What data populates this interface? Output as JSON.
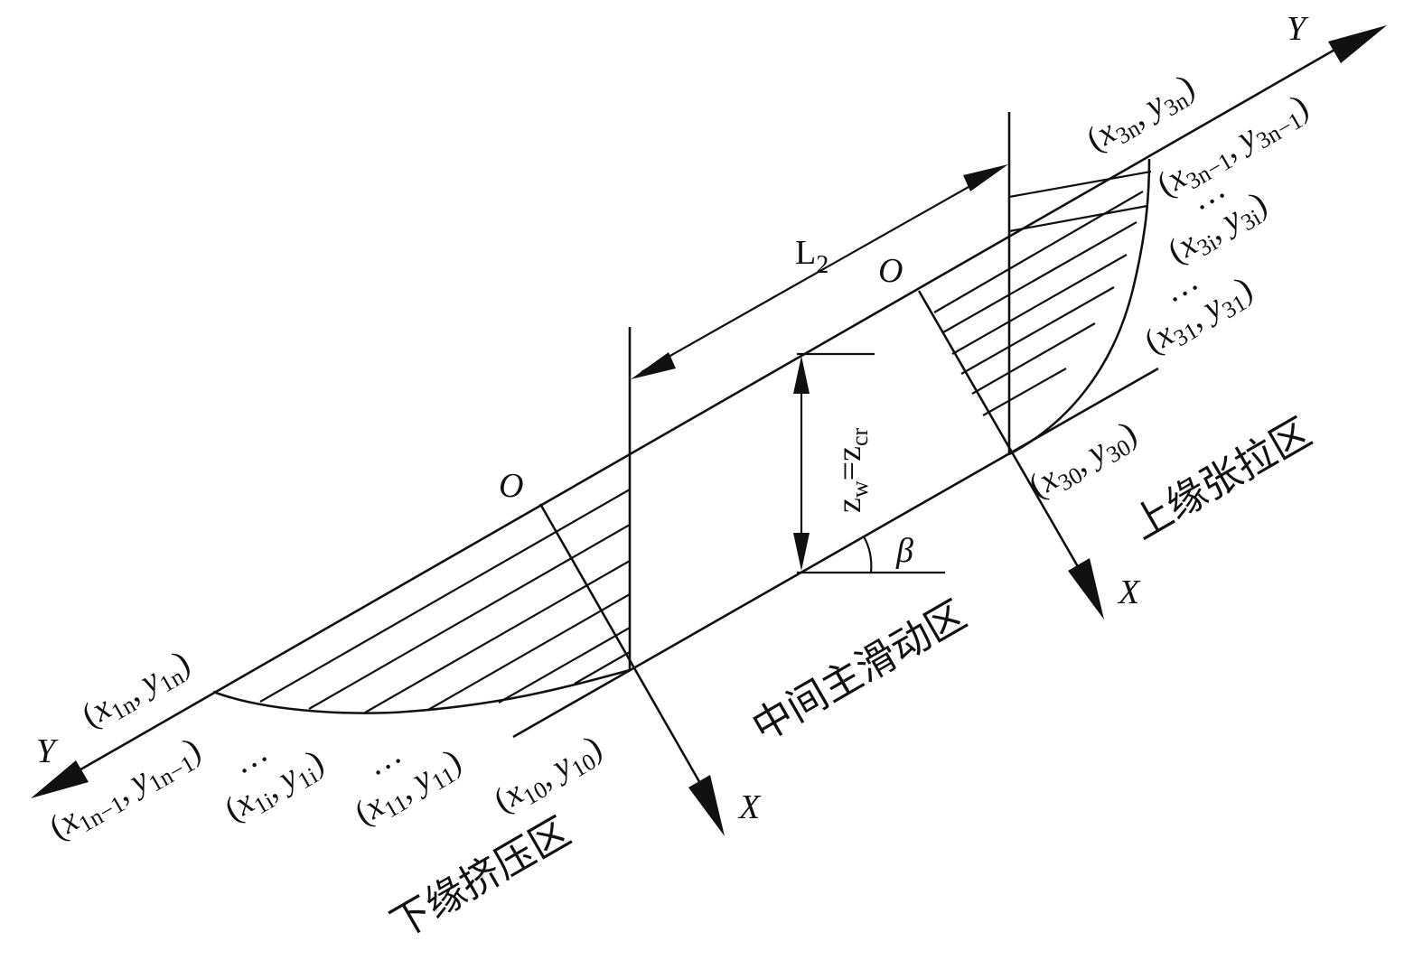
{
  "axes": {
    "y_label": "Y",
    "x_label": "X",
    "origin_label": "O"
  },
  "dimension": {
    "L2_base": "L",
    "L2_sub": "2",
    "zw_base": "z",
    "zw_sub": "w",
    "zw_eq": "=",
    "zcr_base": "z",
    "zcr_sub": "cr",
    "beta": "β"
  },
  "zones": {
    "lower": "下缘挤压区",
    "middle": "中间主滑动区",
    "upper": "上缘张拉区"
  },
  "points_lower": {
    "p1n": {
      "x": "x",
      "xs": "1n",
      "y": "y",
      "ys": "1n"
    },
    "p1n1": {
      "x": "x",
      "xs": "1n−1",
      "y": "y",
      "ys": "1n−1"
    },
    "p1i": {
      "x": "x",
      "xs": "1i",
      "y": "y",
      "ys": "1i"
    },
    "p11": {
      "x": "x",
      "xs": "11",
      "y": "y",
      "ys": "11"
    },
    "p10": {
      "x": "x",
      "xs": "10",
      "y": "y",
      "ys": "10"
    }
  },
  "points_upper": {
    "p3n": {
      "x": "x",
      "xs": "3n",
      "y": "y",
      "ys": "3n"
    },
    "p3n1": {
      "x": "x",
      "xs": "3n−1",
      "y": "y",
      "ys": "3n−1"
    },
    "p3i": {
      "x": "x",
      "xs": "3i",
      "y": "y",
      "ys": "3i"
    },
    "p31": {
      "x": "x",
      "xs": "31",
      "y": "y",
      "ys": "31"
    },
    "p30": {
      "x": "x",
      "xs": "30",
      "y": "y",
      "ys": "30"
    }
  },
  "ellipsis": "…",
  "colors": {
    "ink": "#111111",
    "background": "#ffffff"
  }
}
